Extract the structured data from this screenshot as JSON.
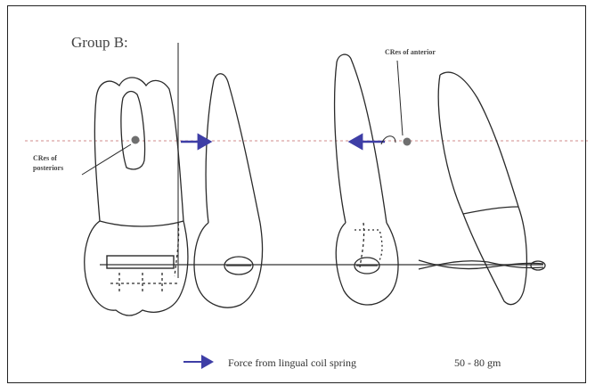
{
  "diagram": {
    "title": "Group B:",
    "label_anterior": "CRes of anterior",
    "label_posterior_line1": "CRes of",
    "label_posterior_line2": "posteriors",
    "legend": {
      "text": "Force from lingual coil spring",
      "value": "50 - 80 gm"
    },
    "colors": {
      "arrow": "#3e3ea6",
      "dashed_line": "#d08b8b",
      "outline": "#2a2a2a",
      "cres_dot": "#6f6f6f"
    }
  }
}
